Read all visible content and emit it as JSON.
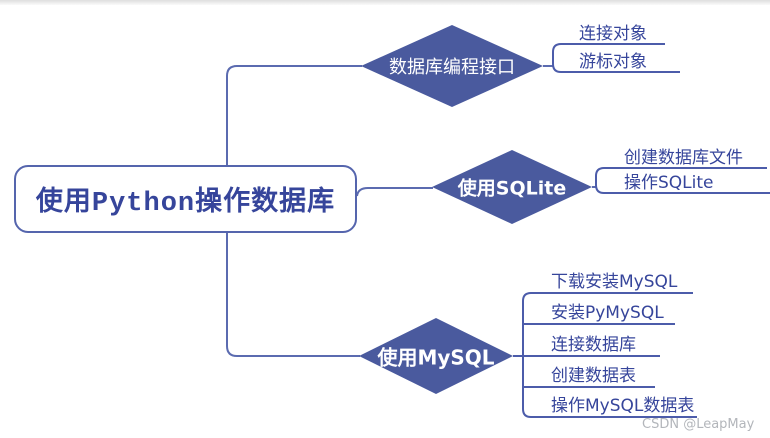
{
  "root": {
    "label": "使用Python操作数据库"
  },
  "branches": [
    {
      "label": "数据库编程接口",
      "children": [
        {
          "label": "连接对象"
        },
        {
          "label": "游标对象"
        }
      ]
    },
    {
      "label": "使用SQLite",
      "children": [
        {
          "label": "创建数据库文件"
        },
        {
          "label": "操作SQLite"
        }
      ]
    },
    {
      "label": "使用MySQL",
      "children": [
        {
          "label": "下载安装MySQL"
        },
        {
          "label": "安装PyMySQL"
        },
        {
          "label": "连接数据库"
        },
        {
          "label": "创建数据表"
        },
        {
          "label": "操作MySQL数据表"
        }
      ]
    }
  ],
  "watermark": "CSDN @LeapMay",
  "colors": {
    "node_fill": "#4a5a9e",
    "line": "#5b6bb0",
    "text": "#36459b",
    "watermark_text": "#b3b6bb",
    "background": "#ffffff"
  }
}
